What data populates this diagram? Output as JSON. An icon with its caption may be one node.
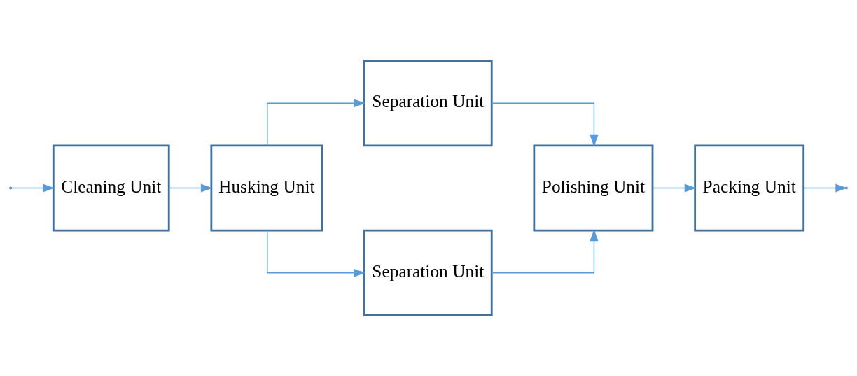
{
  "diagram": {
    "nodes": [
      {
        "text": [
          "Cleaning Unit"
        ]
      },
      {
        "text": [
          "Husking Unit"
        ]
      },
      {
        "text": [
          "Separation Unit"
        ]
      },
      {
        "text": [
          "Separation Unit"
        ]
      },
      {
        "text": [
          "Polishing Unit"
        ]
      },
      {
        "text": [
          "Packing Unit"
        ]
      }
    ],
    "edges": [
      {
        "from": null,
        "to": 0,
        "arrow": "to"
      },
      {
        "from": 0,
        "to": 1,
        "arrow": "to"
      },
      {
        "from": 1,
        "to": 2,
        "arrow": "to"
      },
      {
        "from": 1,
        "to": 3,
        "arrow": "to"
      },
      {
        "from": 2,
        "to": 4,
        "arrow": "to"
      },
      {
        "from": 3,
        "to": 4,
        "arrow": "to"
      },
      {
        "from": 4,
        "to": 5,
        "arrow": "to"
      },
      {
        "from": 5,
        "to": null,
        "arrow": "to"
      }
    ]
  }
}
